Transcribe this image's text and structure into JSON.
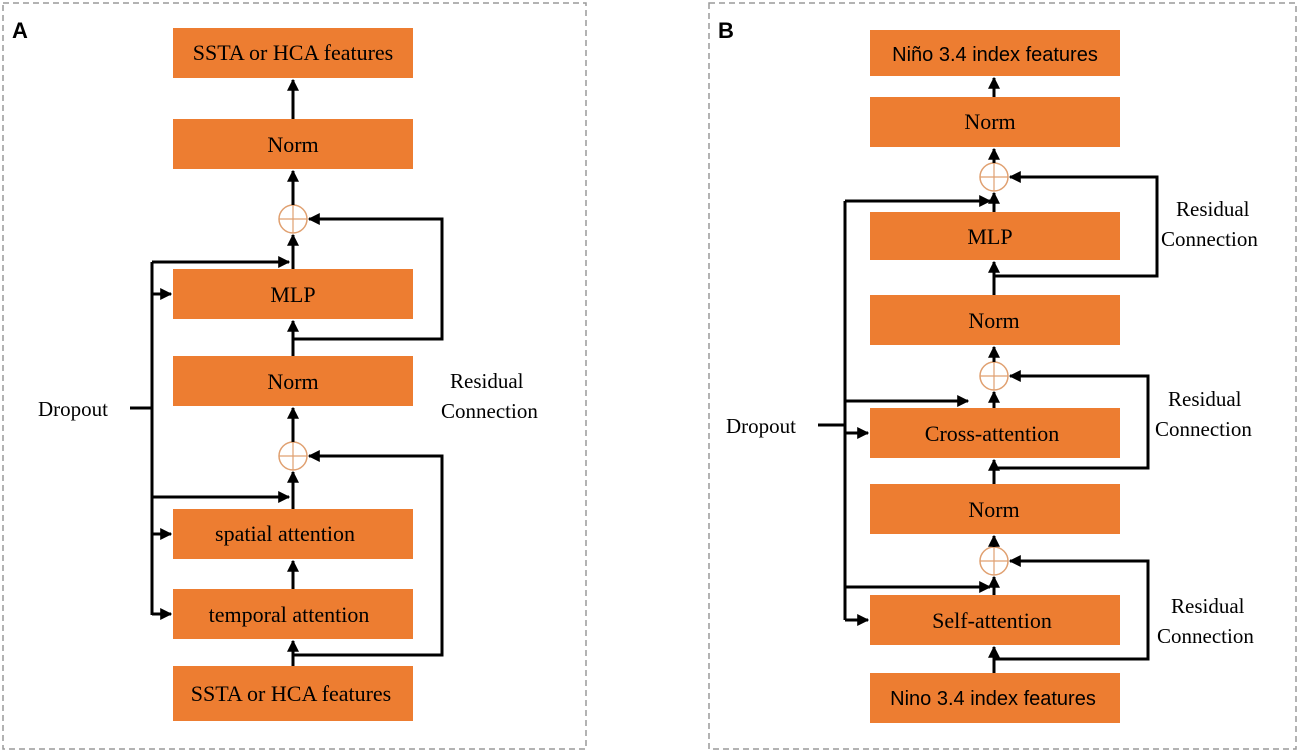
{
  "panel_a": {
    "letter": "A",
    "output_label": "SSTA or HCA features",
    "norm_top_label": "Norm",
    "mlp_label": "MLP",
    "norm_mid_label": "Norm",
    "spatial_label": "spatial attention",
    "temporal_label": "temporal attention",
    "input_label": "SSTA or HCA features",
    "dropout_label": "Dropout",
    "residual_line1": "Residual",
    "residual_line2": "Connection"
  },
  "panel_b": {
    "letter": "B",
    "output_label": "Niño 3.4 index features",
    "norm_top_label": "Norm",
    "mlp_label": "MLP",
    "norm_2_label": "Norm",
    "cross_label": "Cross-attention",
    "norm_3_label": "Norm",
    "self_label": "Self-attention",
    "input_label": "Nino 3.4 index features",
    "dropout_label": "Dropout",
    "residual_1_line1": "Residual",
    "residual_1_line2": "Connection",
    "residual_2_line1": "Residual",
    "residual_2_line2": "Connection",
    "residual_3_line1": "Residual",
    "residual_3_line2": "Connection"
  },
  "colors": {
    "box_fill": "#ED7D31",
    "line": "#000000",
    "sum_node": "#E0A070",
    "panel_border": "#9a9a9a"
  }
}
